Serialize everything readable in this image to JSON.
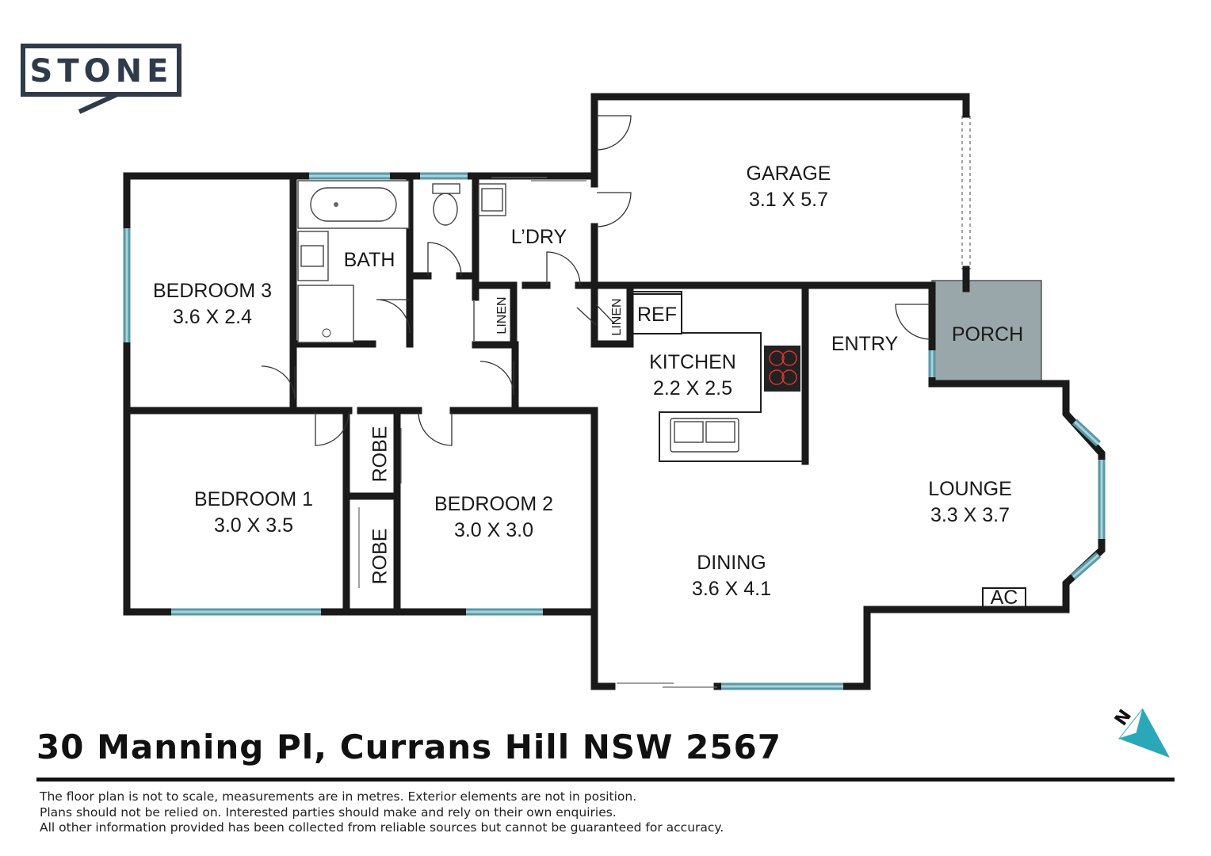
{
  "brand": {
    "name": "STONE",
    "color": "#2f3a4a"
  },
  "rooms": {
    "garage": {
      "name": "GARAGE",
      "size": "3.1 X 5.7"
    },
    "laundry": {
      "name": "L’DRY"
    },
    "bath": {
      "name": "BATH"
    },
    "bedroom3": {
      "name": "BEDROOM 3",
      "size": "3.6 X 2.4"
    },
    "bedroom1": {
      "name": "BEDROOM 1",
      "size": "3.0 X 3.5"
    },
    "bedroom2": {
      "name": "BEDROOM 2",
      "size": "3.0 X 3.0"
    },
    "kitchen": {
      "name": "KITCHEN",
      "size": "2.2 X 2.5"
    },
    "entry": {
      "name": "ENTRY"
    },
    "porch": {
      "name": "PORCH"
    },
    "lounge": {
      "name": "LOUNGE",
      "size": "3.3 X 3.7"
    },
    "dining": {
      "name": "DINING",
      "size": "3.6 X 4.1"
    }
  },
  "fixtures": {
    "linen_left": "LINEN",
    "linen_right": "LINEN",
    "ref": "REF",
    "robe_top": "ROBE",
    "robe_bottom": "ROBE",
    "ac": "AC"
  },
  "compass": {
    "letter": "N",
    "color": "#2aa8b8"
  },
  "address": "30 Manning Pl, Currans Hill NSW 2567",
  "disclaimer": [
    "The floor plan is not to scale, measurements are in metres. Exterior elements are not in position.",
    "Plans should not be relied on. Interested parties should make and rely on their own enquiries.",
    "All other information provided has been collected from reliable sources but cannot be guaranteed for accuracy."
  ],
  "colors": {
    "wall": "#1a1a1a",
    "window": "#5a99a6",
    "porch": "#99a7ab"
  }
}
